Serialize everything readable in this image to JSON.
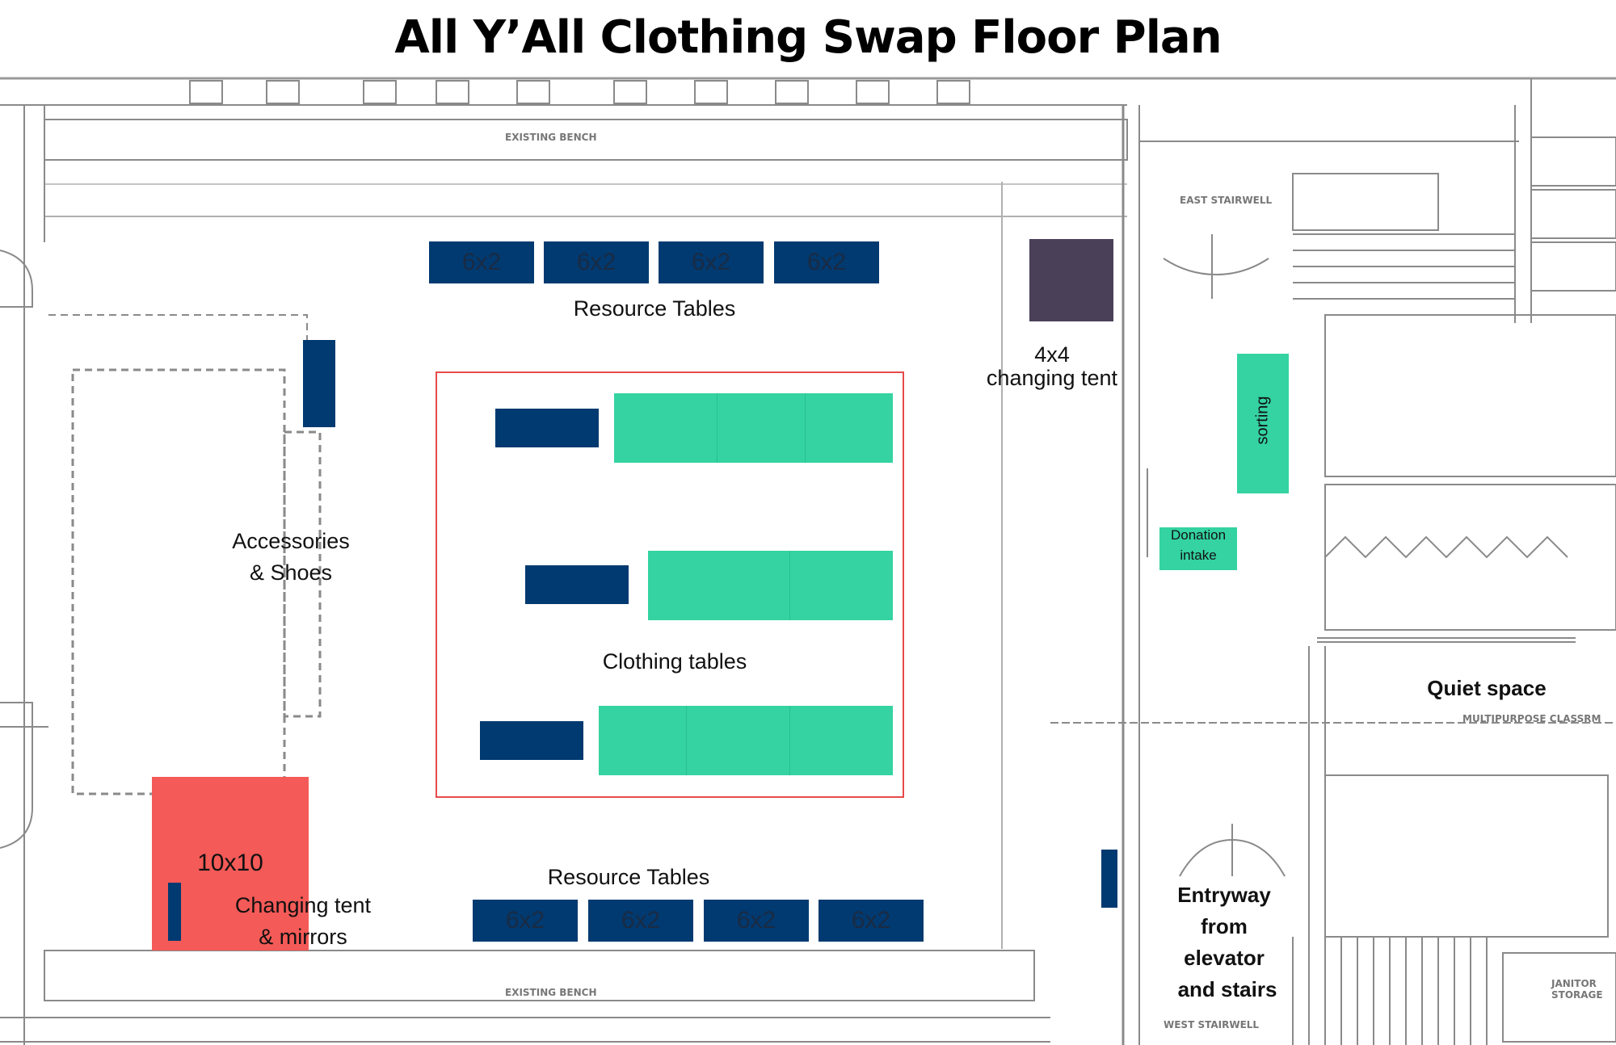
{
  "title": "All Y’All Clothing Swap Floor Plan",
  "tables": {
    "top": [
      "6x2",
      "6x2",
      "6x2",
      "6x2"
    ],
    "bottom": [
      "6x2",
      "6x2",
      "6x2",
      "6x2"
    ]
  },
  "labels": {
    "resource_top": "Resource Tables",
    "resource_bottom": "Resource Tables",
    "small_tent_size": "4x4",
    "small_tent_name": "changing tent",
    "accessories_line1": "Accessories",
    "accessories_line2": "& Shoes",
    "clothing": "Clothing tables",
    "big_tent_size": "10x10",
    "big_tent_line1": "Changing tent",
    "big_tent_line2": "& mirrors",
    "sorting": "sorting",
    "donation_line1": "Donation",
    "donation_line2": "intake",
    "quiet": "Quiet space",
    "entry_line1": "Entryway",
    "entry_line2": "from",
    "entry_line3": "elevator",
    "entry_line4": "and stairs"
  },
  "blueprint_text": {
    "existing_bench_top": "EXISTING BENCH",
    "existing_bench_bottom": "EXISTING BENCH",
    "east_stairwell": "EAST STAIRWELL",
    "west_stairwell": "WEST STAIRWELL",
    "janitor": "JANITOR STORAGE",
    "multipurpose": "MULTIPURPOSE CLASSRM"
  },
  "colors": {
    "navy": "#003a70",
    "green": "#34d3a1",
    "tent_red": "#f45a57",
    "tent_purple": "#4a4058",
    "outline_red": "#e84a4a"
  }
}
